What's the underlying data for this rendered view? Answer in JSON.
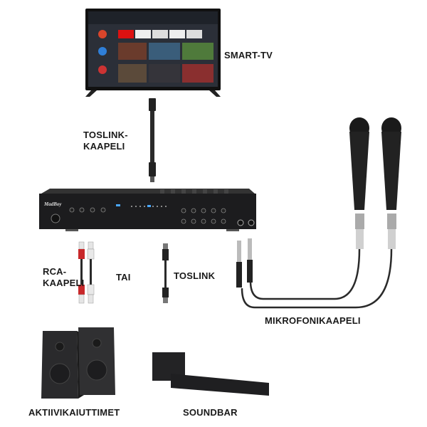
{
  "labels": {
    "smart_tv": "SMART-TV",
    "toslink_cable_line1": "TOSLINK-",
    "toslink_cable_line2": "KAAPELI",
    "rca_cable_line1": "RCA-",
    "rca_cable_line2": "KAAPELI",
    "or": "TAI",
    "toslink": "TOSLINK",
    "microphone_cable": "MIKROFONIKAAPELI",
    "active_speakers": "AKTIIVIKAIUTTIMET",
    "soundbar": "SOUNDBAR"
  },
  "amplifier": {
    "brand": "MadBoy"
  },
  "colors": {
    "device": "#1c1c1e",
    "cable": "#2a2a2a",
    "rca_red": "#c8282a",
    "rca_white": "#e8e8e8"
  }
}
